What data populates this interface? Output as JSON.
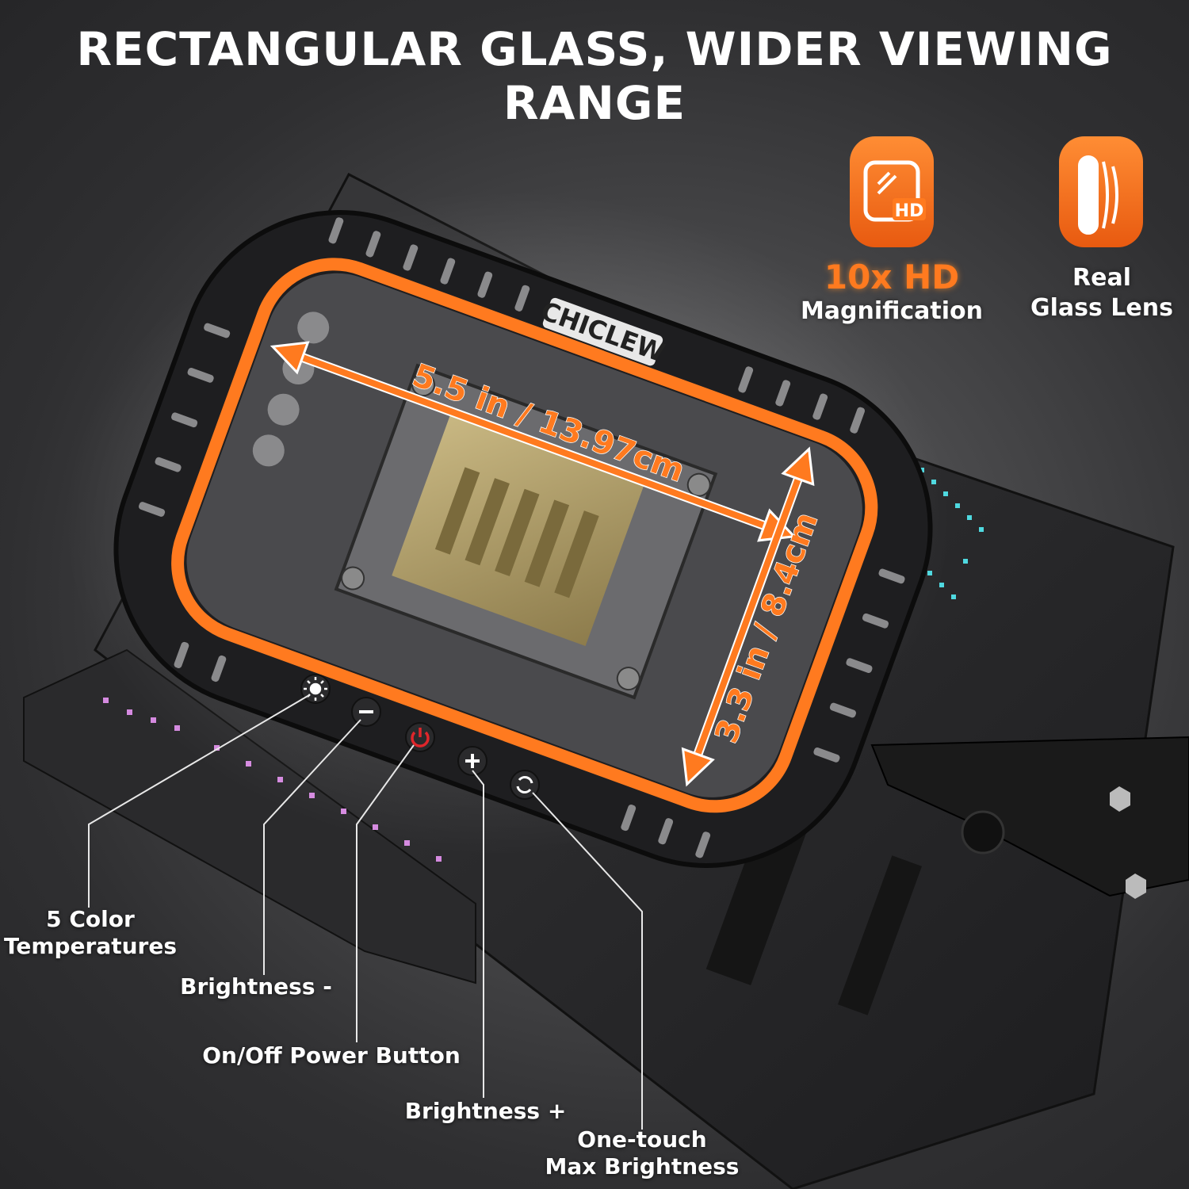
{
  "headline": "RECTANGULAR GLASS, WIDER VIEWING RANGE",
  "features": [
    {
      "icon": "hd-magnify-icon",
      "title": "10x HD",
      "subtitle": "Magnification"
    },
    {
      "icon": "glass-lens-icon",
      "title": "Real",
      "subtitle": "Glass Lens"
    }
  ],
  "badge_icon_text": "HD",
  "brand": "CHICLEW",
  "dimensions": {
    "width": "5.5 in / 13.97cm",
    "height": "3.3 in / 8.4cm"
  },
  "controls": [
    {
      "icon": "sun-icon",
      "label_lines": [
        "5 Color",
        "Temperatures"
      ]
    },
    {
      "icon": "minus-icon",
      "label_lines": [
        "Brightness -"
      ]
    },
    {
      "icon": "power-icon",
      "label_lines": [
        "On/Off Power Button"
      ]
    },
    {
      "icon": "plus-icon",
      "label_lines": [
        "Brightness +"
      ]
    },
    {
      "icon": "refresh-icon",
      "label_lines": [
        "One-touch",
        "Max Brightness"
      ]
    }
  ],
  "colors": {
    "accent": "#ff7a1f",
    "frame": "#1e1e20",
    "power": "#e0262b"
  }
}
